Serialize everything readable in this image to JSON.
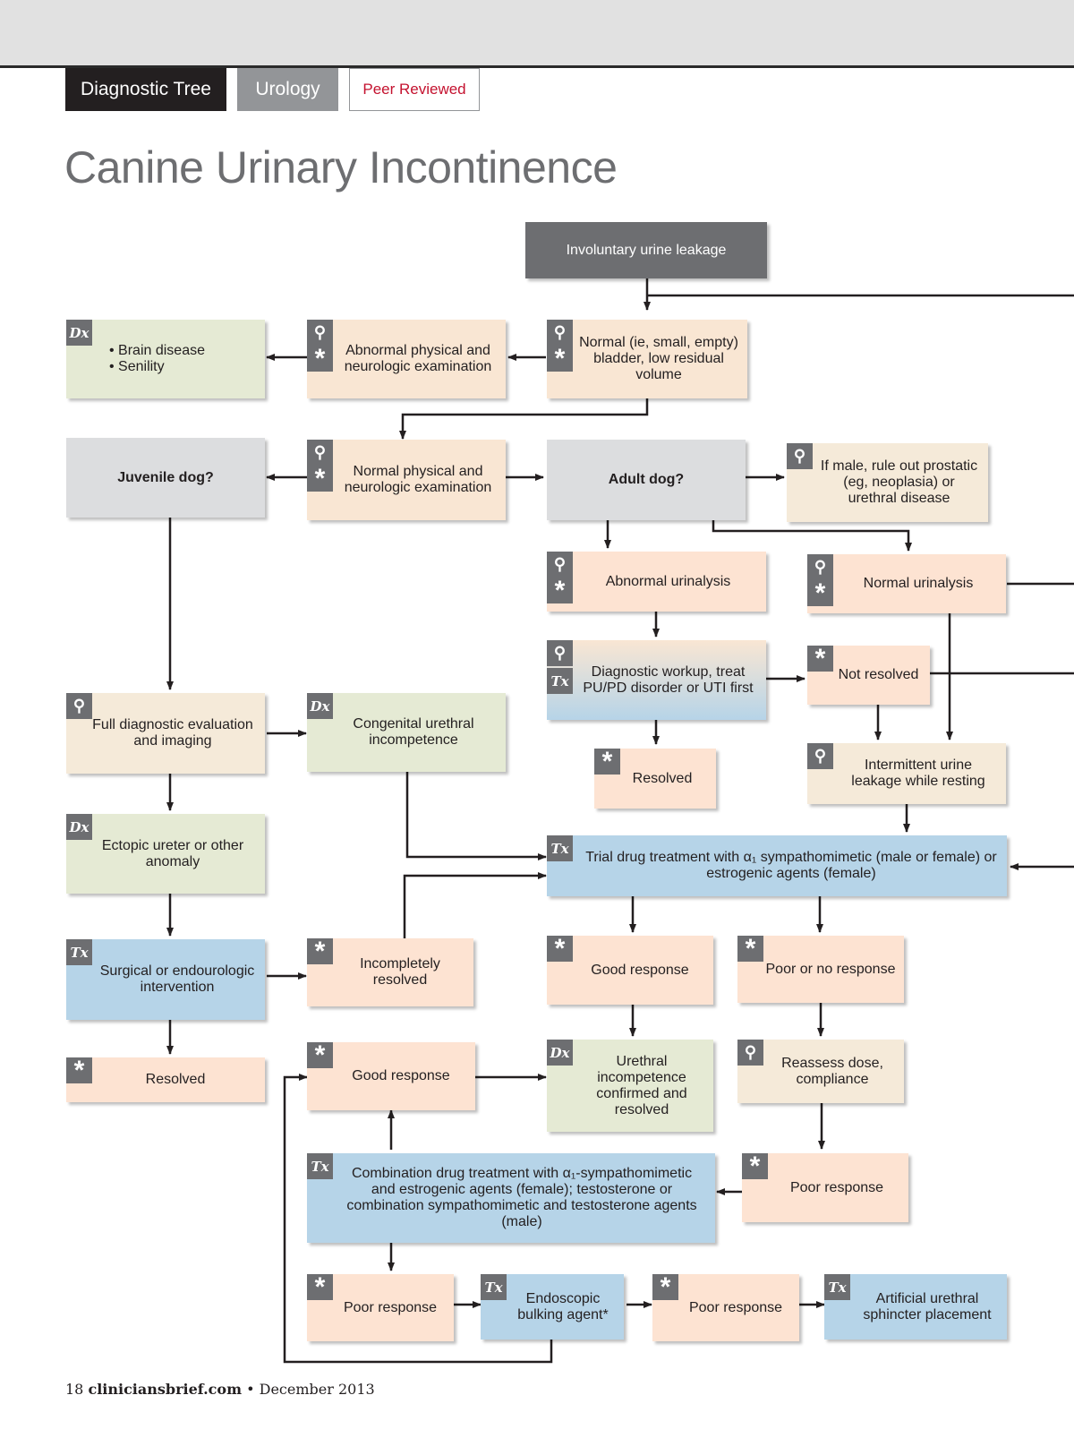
{
  "header": {
    "tags": [
      "Diagnostic Tree",
      "Urology",
      "Peer Reviewed"
    ],
    "title": "Canine Urinary Incontinence"
  },
  "colors": {
    "tag_dark": "#231f20",
    "tag_grey": "#939598",
    "peer_red": "#c4122f",
    "tan": "#f9e6d3",
    "green": "#e5ead4",
    "blue": "#b6d4e8",
    "grey": "#dcdddf",
    "icon": "#6d6e71"
  },
  "icons": {
    "star": "*",
    "magnifier": "⚲",
    "tx": "Tx",
    "dx": "Dx"
  },
  "nodes": {
    "involuntary": "Involuntary urine leakage",
    "brain_disease": "Brain disease",
    "senility": "Senility",
    "abnormal_exam": "Abnormal physical and neurologic examination",
    "normal_bladder": "Normal (ie, small, empty) bladder, low residual volume",
    "juvenile": "Juvenile dog?",
    "normal_exam": "Normal physical and neurologic examination",
    "adult": "Adult dog?",
    "male_ruleout": "If male, rule out prostatic (eg, neoplasia) or urethral disease",
    "abnormal_ua": "Abnormal urinalysis",
    "normal_ua": "Normal urinalysis",
    "diag_workup": "Diagnostic workup, treat PU/PD disorder or UTI first",
    "not_resolved": "Not resolved",
    "full_diag": "Full diagnostic evaluation and imaging",
    "congenital": "Congenital urethral incompetence",
    "resolved_mid": "Resolved",
    "intermittent": "Intermittent urine leakage while resting",
    "ectopic": "Ectopic ureter or other anomaly",
    "trial_drug": "Trial drug treatment with α₁ sympathomimetic (male or female) or estrogenic agents (female)",
    "surgical": "Surgical or endourologic intervention",
    "incompletely": "Incompletely resolved",
    "good_response_1": "Good response",
    "poor_no_response": "Poor or no response",
    "resolved_left": "Resolved",
    "good_response_2": "Good response",
    "urethral_confirmed": "Urethral incompetence confirmed and resolved",
    "reassess": "Reassess dose, compliance",
    "combination": "Combination drug treatment with α₁-sympathomimetic and estrogenic agents (female); testosterone or combination sympathomimetic and testosterone agents (male)",
    "poor_response_right": "Poor response",
    "poor_response_1": "Poor response",
    "endoscopic": "Endoscopic bulking agent*",
    "poor_response_2": "Poor response",
    "artificial": "Artificial urethral sphincter placement"
  },
  "footer": {
    "page": "18",
    "site": "cliniciansbrief.com",
    "sep": " • ",
    "date": "December 2013"
  }
}
